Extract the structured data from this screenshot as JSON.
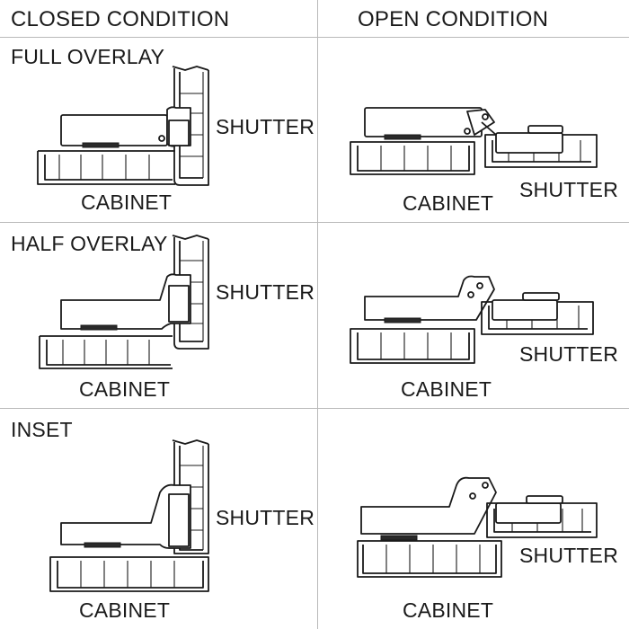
{
  "headers": {
    "closed": "CLOSED CONDITION",
    "open": "OPEN CONDITION"
  },
  "rows": [
    {
      "title": "FULL OVERLAY",
      "closed": {
        "shutter": "SHUTTER",
        "cabinet": "CABINET"
      },
      "open": {
        "shutter": "SHUTTER",
        "cabinet": "CABINET"
      }
    },
    {
      "title": "HALF OVERLAY",
      "closed": {
        "shutter": "SHUTTER",
        "cabinet": "CABINET"
      },
      "open": {
        "shutter": "SHUTTER",
        "cabinet": "CABINET"
      }
    },
    {
      "title": "INSET",
      "closed": {
        "shutter": "SHUTTER",
        "cabinet": "CABINET"
      },
      "open": {
        "shutter": "SHUTTER",
        "cabinet": "CABINET"
      }
    }
  ]
}
